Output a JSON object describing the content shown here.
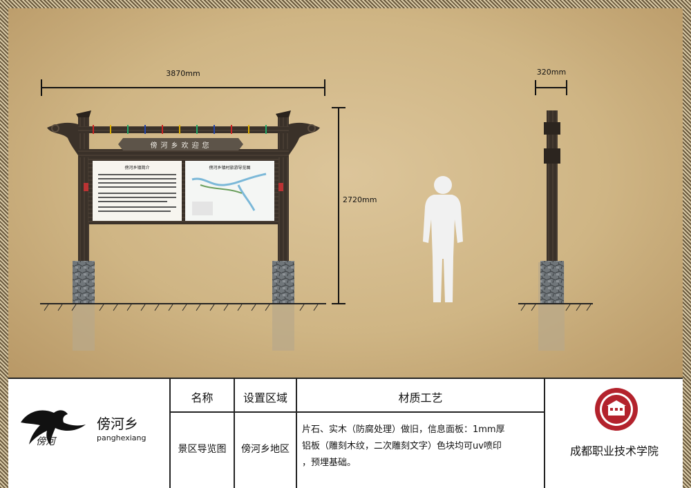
{
  "drawing": {
    "front_width_label": "3870mm",
    "height_label": "2720mm",
    "side_width_label": "320mm",
    "sign_banner_text": "傍河乡欢迎您",
    "panel_left_title": "傍河乡镇简介",
    "panel_right_title": "傍河乡镇村旅游导览图"
  },
  "title_block": {
    "brand_name": "傍河乡",
    "brand_pinyin": "panghexiang",
    "header_name": "名称",
    "header_area": "设置区域",
    "header_material": "材质工艺",
    "row_name": "景区导览图",
    "row_area": "傍河乡地区",
    "row_material_line1": "片石、实木（防腐处理）做旧，信息面板：1mm厚",
    "row_material_line2": "铝板（雕刻木纹，二次雕刻文字）色块均可uv喷印",
    "row_material_line3": "，预埋基础。",
    "institution": "成都职业技术学院"
  },
  "colors": {
    "wood": "#3a3129",
    "stone": "#6e7479",
    "seal_red": "#b3222c",
    "paper": "#d6bf92"
  }
}
